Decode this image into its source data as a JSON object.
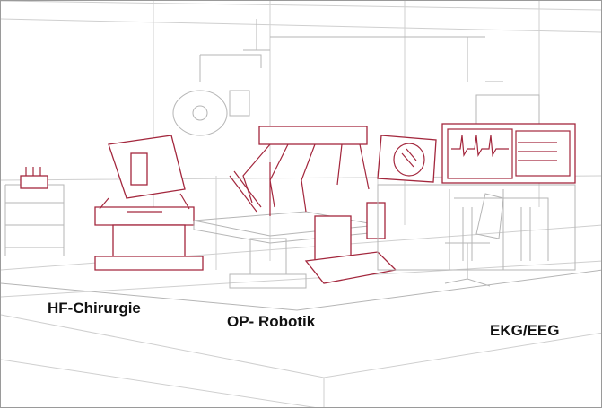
{
  "labels": {
    "hf": "HF-Chirurgie",
    "robotik": "OP- Robotik",
    "ekg": "EKG/EEG"
  },
  "colors": {
    "accent": "#a3273d",
    "line": "#cfcfcf"
  }
}
